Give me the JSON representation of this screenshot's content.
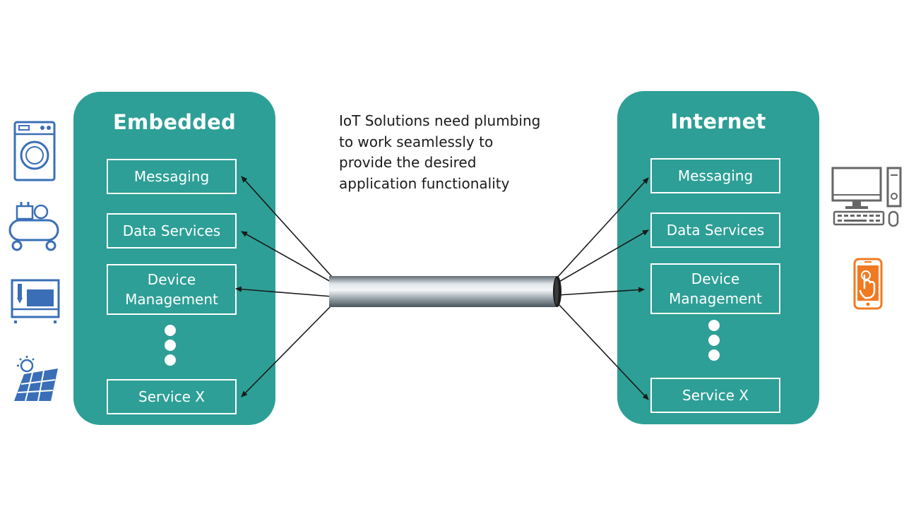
{
  "caption": "IoT Solutions need plumbing\nto work seamlessly to\nprovide the desired\napplication functionality",
  "left_panel": {
    "title": "Embedded",
    "services": [
      "Messaging",
      "Data Services",
      "Device Management",
      "Service X"
    ]
  },
  "right_panel": {
    "title": "Internet",
    "services": [
      "Messaging",
      "Data Services",
      "Device Management",
      "Service X"
    ]
  },
  "left_icons": [
    "washing-machine-icon",
    "air-compressor-icon",
    "industrial-machine-icon",
    "solar-panel-icon"
  ],
  "right_icons": [
    "desktop-computer-icon",
    "smartphone-touch-icon"
  ],
  "colors": {
    "panel": "#2d9f96",
    "left_icons": "#3a6fb7",
    "phone": "#f07a22",
    "computer": "#666666",
    "pipe": "#9aa4ab"
  }
}
